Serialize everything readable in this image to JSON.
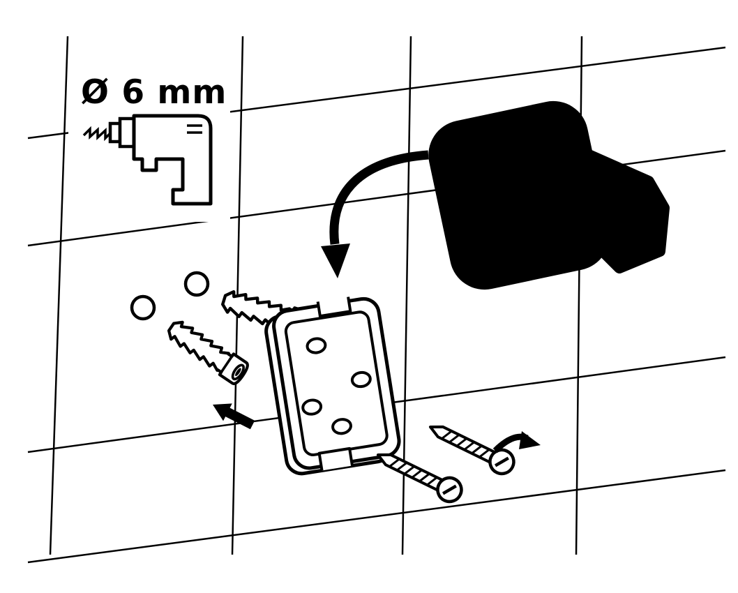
{
  "diagram": {
    "kind": "wall-hook-installation-instructions",
    "background_color": "#ffffff",
    "ink_color": "#000000",
    "drill_callout": {
      "label": "Ø 6 mm",
      "icon": "power-drill-icon"
    },
    "wall": {
      "icon": "tile-grid-lines",
      "drilled_holes": 2
    },
    "parts": {
      "wall_plugs": 2,
      "screws": 2,
      "mounting_plate_screw_holes": 4,
      "hook_color": "#000000"
    },
    "arrows": [
      "insert-plugs-arrow",
      "attach-hook-arrow",
      "turn-screw-arrow"
    ]
  }
}
